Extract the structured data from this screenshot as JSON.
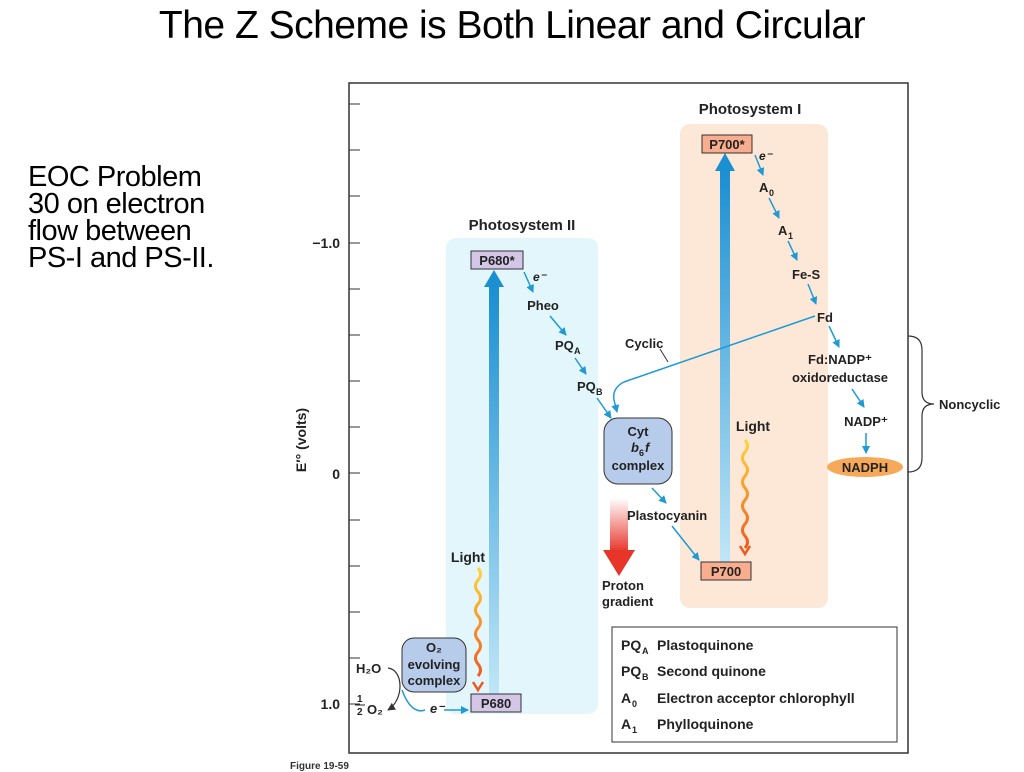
{
  "slide": {
    "title": "The Z Scheme is Both Linear and Circular",
    "note_lines": [
      "EOC Problem",
      "30 on electron",
      "flow between",
      "PS-I and PS-II."
    ]
  },
  "diagram": {
    "axis": {
      "label": "E′° (volts)",
      "ticks": [
        "−1.0",
        "0",
        "1.0"
      ]
    },
    "photosystem_ii": {
      "title": "Photosystem II",
      "p680_excited": "P680*",
      "p680": "P680",
      "light": "Light",
      "o2_complex": [
        "O₂",
        "evolving",
        "complex"
      ],
      "h2o": "H₂O",
      "half_o2_num": "1",
      "half_o2_den": "2",
      "half_o2_o": "O₂",
      "electron": "e⁻"
    },
    "chain": {
      "electron": "e⁻",
      "pheo": "Pheo",
      "pqa": "PQ",
      "pqa_sub": "A",
      "pqb": "PQ",
      "pqb_sub": "B",
      "cyt": [
        "Cyt",
        "b",
        "f",
        "complex"
      ],
      "cyt_sub": "6",
      "plastocyanin": "Plastocyanin",
      "proton": [
        "Proton",
        "gradient"
      ],
      "cyclic": "Cyclic"
    },
    "photosystem_i": {
      "title": "Photosystem I",
      "p700_excited": "P700*",
      "p700": "P700",
      "light": "Light",
      "electron": "e⁻",
      "a0": "A",
      "a0_sub": "0",
      "a1": "A",
      "a1_sub": "1",
      "fes": "Fe-S",
      "fd": "Fd"
    },
    "noncyclic": {
      "fdnadp": "Fd:NADP⁺",
      "oxido": "oxidoreductase",
      "nadp": "NADP⁺",
      "nadph": "NADPH",
      "label": "Noncyclic"
    },
    "legend": [
      {
        "sym": "PQ",
        "sub": "A",
        "desc": "Plastoquinone"
      },
      {
        "sym": "PQ",
        "sub": "B",
        "desc": "Second quinone"
      },
      {
        "sym": "A",
        "sub": "0",
        "desc": "Electron acceptor chlorophyll"
      },
      {
        "sym": "A",
        "sub": "1",
        "desc": "Phylloquinone"
      }
    ],
    "caption": "Figure 19-59",
    "colors": {
      "ps2_panel": "#e2f6fb",
      "ps1_panel": "#fde8d8",
      "arrow_blue": "#1e9ad6",
      "p_box_ps2": "#d4c6e6",
      "p_box_ps1": "#f7ad8e",
      "complex_fill": "#b7cbea",
      "nadph_fill": "#f7a95a",
      "proton_red": "#e8352a"
    }
  }
}
